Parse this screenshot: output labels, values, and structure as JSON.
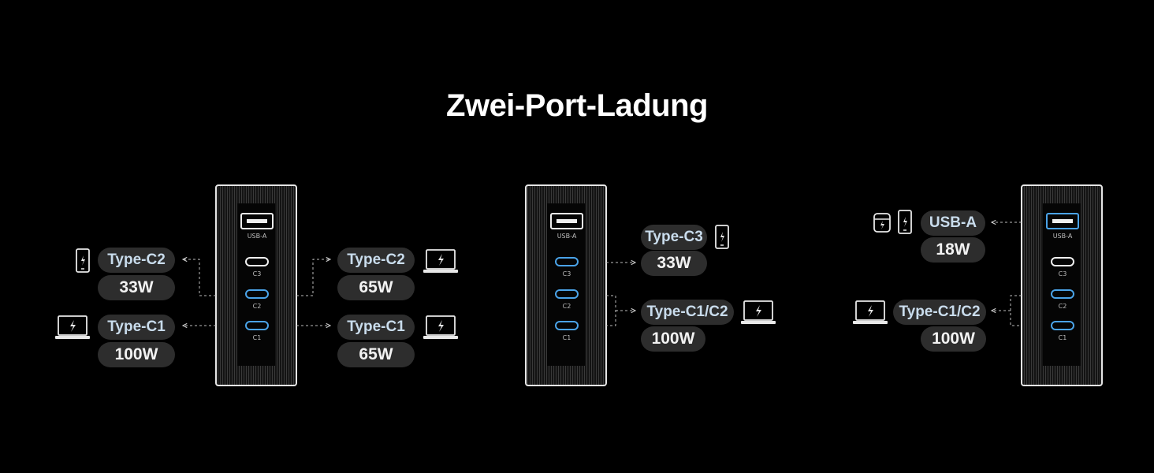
{
  "title": "Zwei-Port-Ladung",
  "port_names": {
    "usba": "USB-A",
    "c3": "C3",
    "c2": "C2",
    "c1": "C1"
  },
  "scenarios": [
    {
      "left_top": {
        "port": "Type-C2",
        "power": "33W",
        "device": "phone-icon"
      },
      "left_bot": {
        "port": "Type-C1",
        "power": "100W",
        "device": "laptop-icon"
      },
      "right_top": {
        "port": "Type-C2",
        "power": "65W",
        "device": "laptop-icon"
      },
      "right_bot": {
        "port": "Type-C1",
        "power": "65W",
        "device": "laptop-icon"
      }
    },
    {
      "top": {
        "port": "Type-C3",
        "power": "33W",
        "device": "phone-icon"
      },
      "bottom": {
        "port": "Type-C1/C2",
        "power": "100W",
        "device": "laptop-icon"
      }
    },
    {
      "top": {
        "port": "USB-A",
        "power": "18W",
        "device": "earbuds-and-phone-icons"
      },
      "bottom": {
        "port": "Type-C1/C2",
        "power": "100W",
        "device": "laptop-icon"
      }
    }
  ],
  "colors": {
    "background": "#000000",
    "active_port": "#4aa3e8",
    "pill": "#2d2d2d",
    "body_outline": "#e6e6e6"
  }
}
